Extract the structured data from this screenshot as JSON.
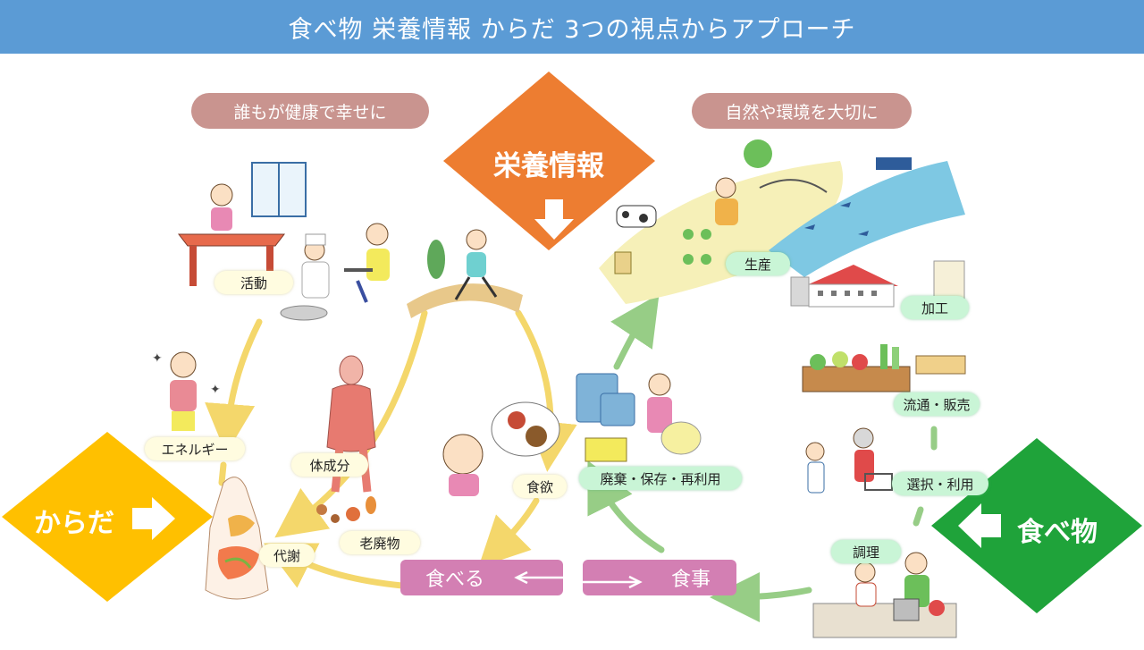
{
  "banner": {
    "title": "食べ物  栄養情報  からだ  3つの視点からアプローチ"
  },
  "pills": {
    "left": "誰もが健康で幸せに",
    "right": "自然や環境を大切に"
  },
  "diamonds": {
    "top": "栄養情報",
    "left": "からだ",
    "right": "食べ物"
  },
  "colors": {
    "banner": "#5b9bd5",
    "nutrition": "#ed7d31",
    "body": "#ffc000",
    "food": "#1fa33a",
    "pill": "#c9948f",
    "action": "#d37fb3",
    "arrow_yellow": "#f3d35c",
    "arrow_green": "#8cc87a"
  },
  "tags": {
    "katsudo": "活動",
    "energy": "エネルギー",
    "taiseibun": "体成分",
    "taisha": "代謝",
    "rohaibutsu": "老廃物",
    "shokuyoku": "食欲",
    "haiki": "廃棄・保存・再利用",
    "seisan": "生産",
    "kako": "加工",
    "ryutsu": "流通・販売",
    "sentaku": "選択・利用",
    "chori": "調理"
  },
  "actions": {
    "taberu": "食べる",
    "shokuji": "食事"
  },
  "icons": {
    "arrow_down": "white-down-arrow-icon",
    "arrow_right": "white-right-arrow-icon",
    "arrow_left": "white-left-arrow-icon"
  }
}
